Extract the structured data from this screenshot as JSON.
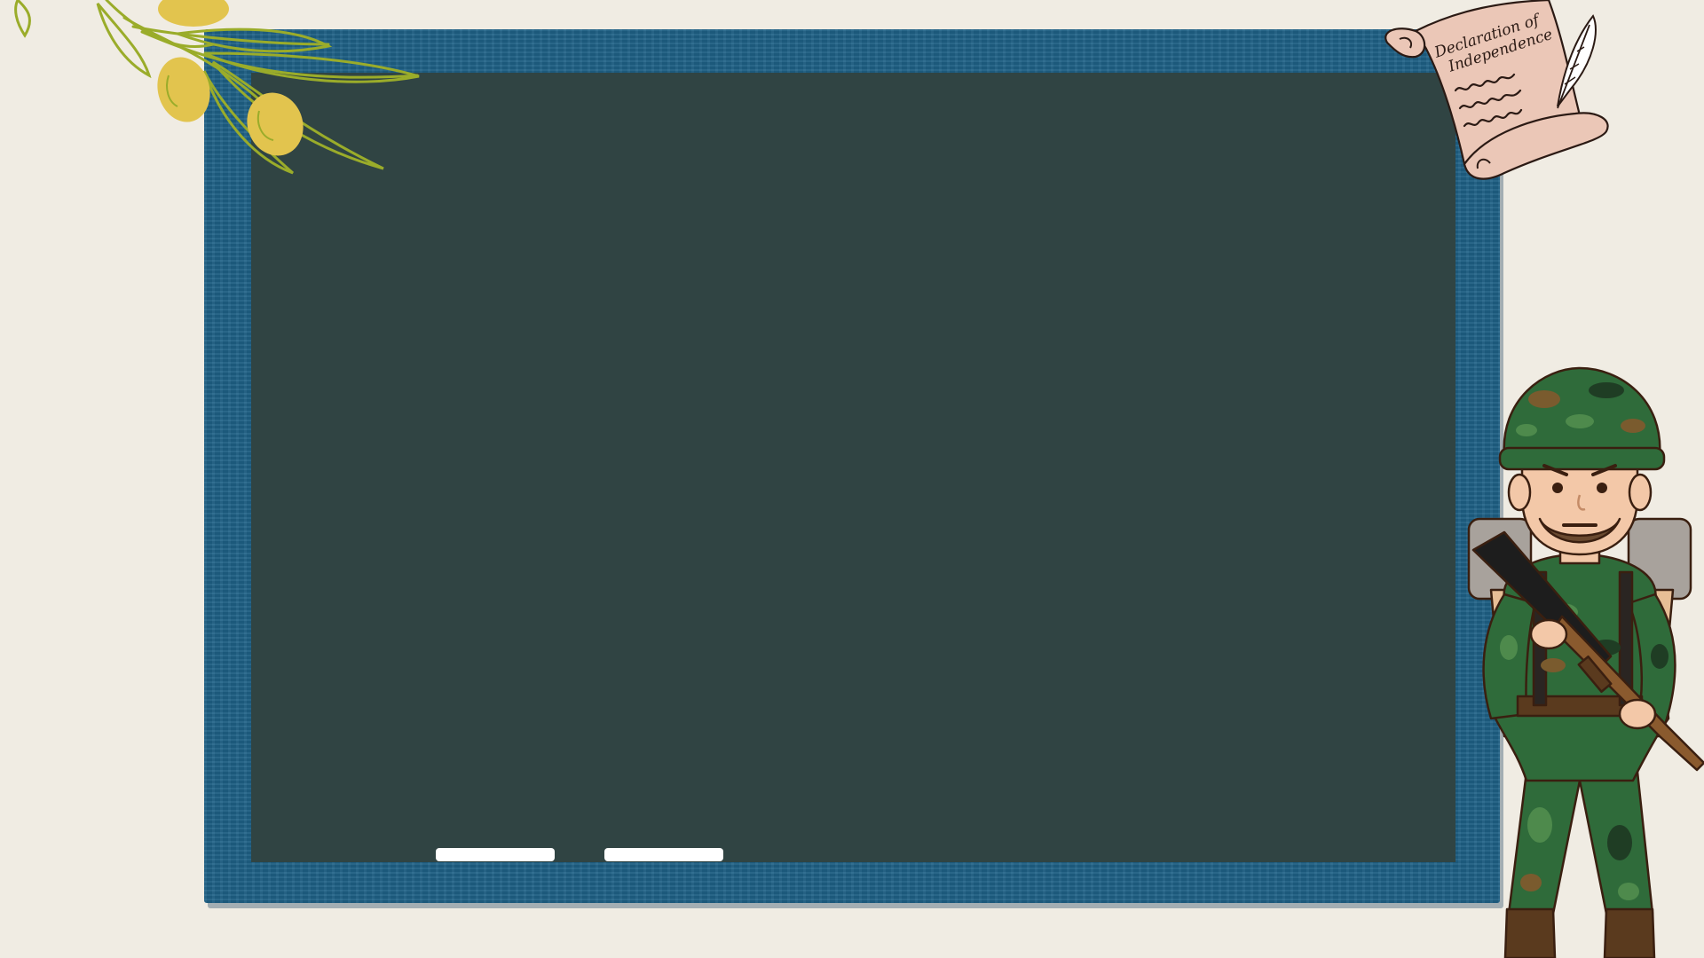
{
  "slide": {
    "background_color": "#F0ECE3"
  },
  "board": {
    "frame_color": "#1F6287",
    "frame_light_color": "#2A7399",
    "surface_color": "#304443",
    "chalk_color": "#FFFFFF",
    "chalk_count": 2
  },
  "decorations": {
    "scroll": {
      "line1": "Declaration of",
      "line2": "Independence",
      "paper_color": "#EBC7B7",
      "icon": "scroll-icon"
    },
    "quill": {
      "icon": "quill-icon"
    },
    "olive_branch": {
      "icon": "olive-branch-icon",
      "fruit_color": "#E2C44E",
      "stem_color": "#9AAC2A"
    },
    "soldier": {
      "icon": "soldier-illustration",
      "camo_colors": [
        "#2F6B3A",
        "#4E8A4C",
        "#7A5B2E",
        "#1F3D24"
      ]
    }
  }
}
